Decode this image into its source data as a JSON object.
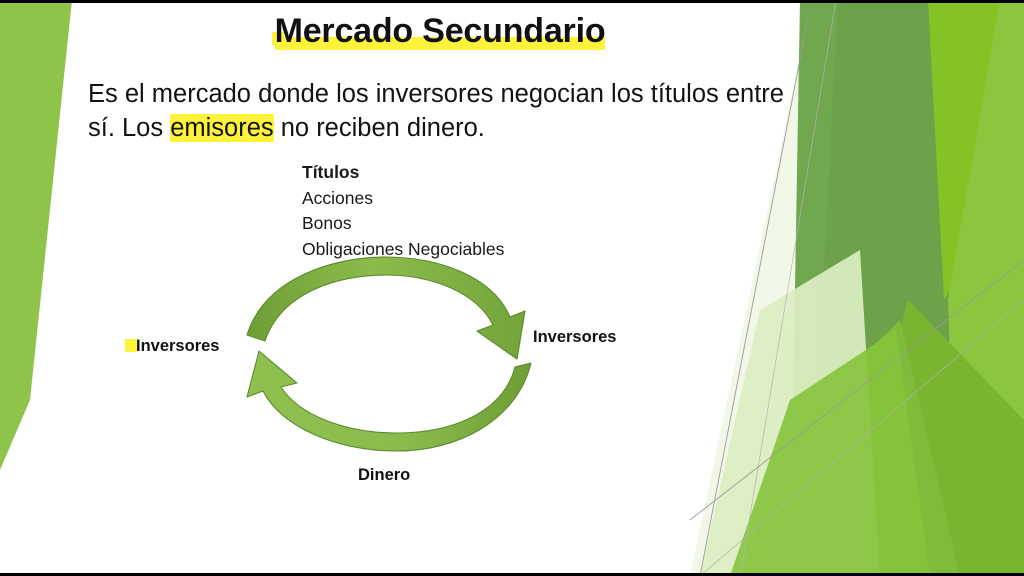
{
  "slide": {
    "title": "Mercado Secundario",
    "title_highlight_word": "Secundario",
    "body_line1": "Es el mercado donde los inversores negocian los títulos entre",
    "body_line2_pre": "sí. Los ",
    "body_line2_highlight": "emisores",
    "body_line2_post": " no reciben dinero."
  },
  "securities": {
    "heading": "Títulos",
    "items": [
      "Acciones",
      "Bonos",
      "Obligaciones Negociables"
    ]
  },
  "diagram": {
    "label_left": "Inversores",
    "label_right": "Inversores",
    "label_bottom": "Dinero",
    "arrow_top_direction": "right",
    "arrow_bottom_direction": "left"
  },
  "colors": {
    "arrow_green": "#7aab3f",
    "arrow_green_dark": "#5d8a2f",
    "arrow_green_light": "#93c44e",
    "deco_green_bright": "#84c226",
    "deco_green_medium": "#6fa84f",
    "deco_green_pale": "#d9ebb8",
    "deco_green_palest": "#eef6e0",
    "highlight_yellow": "#fff23a",
    "edge_bar": "#000000",
    "text": "#111111"
  }
}
